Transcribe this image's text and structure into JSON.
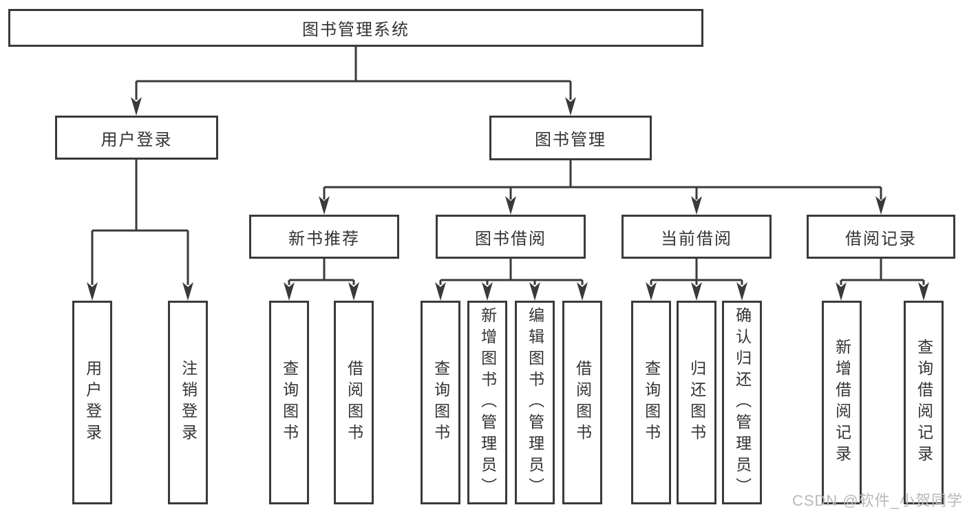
{
  "tree": {
    "label": "图书管理系统",
    "children": [
      {
        "label": "用户登录",
        "children": [
          {
            "label": "用户登录"
          },
          {
            "label": "注销登录"
          }
        ]
      },
      {
        "label": "图书管理",
        "children": [
          {
            "label": "新书推荐",
            "children": [
              {
                "label": "查询图书"
              },
              {
                "label": "借阅图书"
              }
            ]
          },
          {
            "label": "图书借阅",
            "children": [
              {
                "label": "查询图书"
              },
              {
                "label": "新增图书（管理员）"
              },
              {
                "label": "编辑图书（管理员）"
              },
              {
                "label": "借阅图书"
              }
            ]
          },
          {
            "label": "当前借阅",
            "children": [
              {
                "label": "查询图书"
              },
              {
                "label": "归还图书"
              },
              {
                "label": "确认归还（管理员）"
              }
            ]
          },
          {
            "label": "借阅记录",
            "children": [
              {
                "label": "新增借阅记录"
              },
              {
                "label": "查询借阅记录"
              }
            ]
          }
        ]
      }
    ]
  },
  "watermark": {
    "text": "CSDN @软件_小贺同学"
  },
  "colors": {
    "line": "#3a3a3a",
    "text": "#333333",
    "background": "#ffffff",
    "watermark": "#b9b9b9"
  }
}
